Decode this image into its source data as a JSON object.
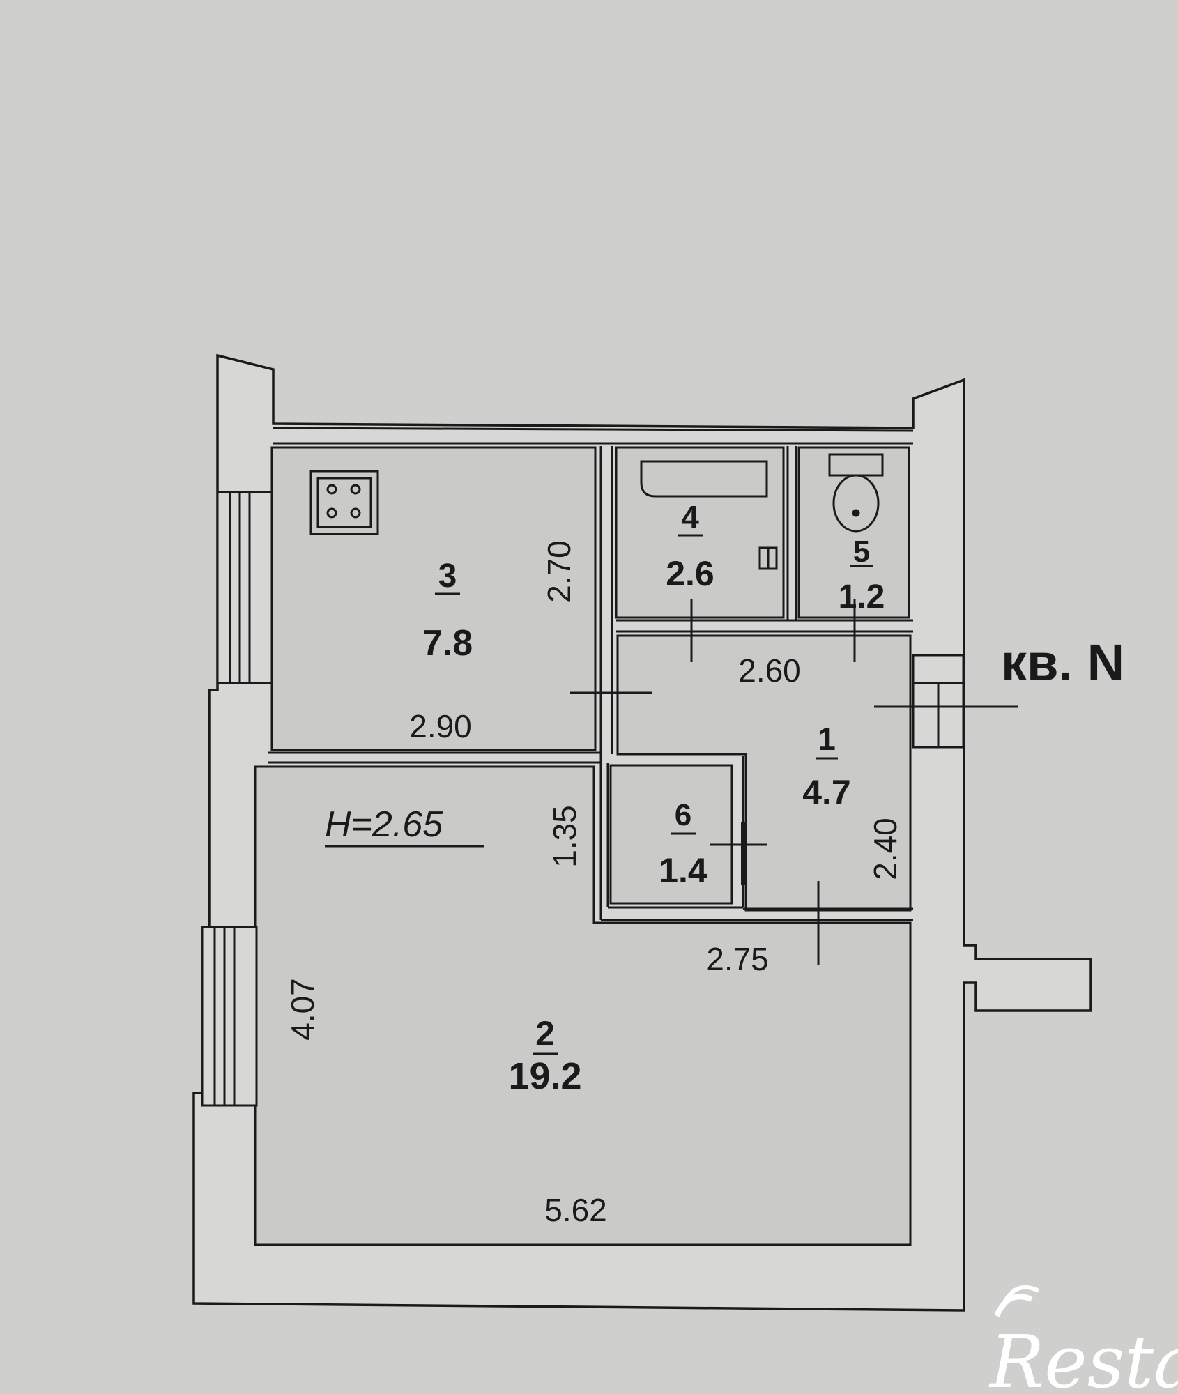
{
  "plan": {
    "apartment_label": "кв. N",
    "ceiling_height": "H=2.65",
    "rooms": [
      {
        "number": "1",
        "area": "4.7"
      },
      {
        "number": "2",
        "area": "19.2"
      },
      {
        "number": "3",
        "area": "7.8"
      },
      {
        "number": "4",
        "area": "2.6"
      },
      {
        "number": "5",
        "area": "1.2"
      },
      {
        "number": "6",
        "area": "1.4"
      }
    ],
    "dimensions": {
      "kitchen_height": "2.70",
      "kitchen_width": "2.90",
      "hall_width": "2.60",
      "hall_height": "2.40",
      "closet_height": "1.35",
      "living_right_width": "2.75",
      "living_height": "4.07",
      "living_width": "5.62"
    }
  },
  "watermark": {
    "text": "Restate"
  },
  "colors": {
    "paper": "#cfcfcd",
    "ink": "#1a1a1a",
    "wall_fill": "#d7d7d5",
    "room_fill": "#cacac8",
    "watermark": "#ffffff"
  }
}
